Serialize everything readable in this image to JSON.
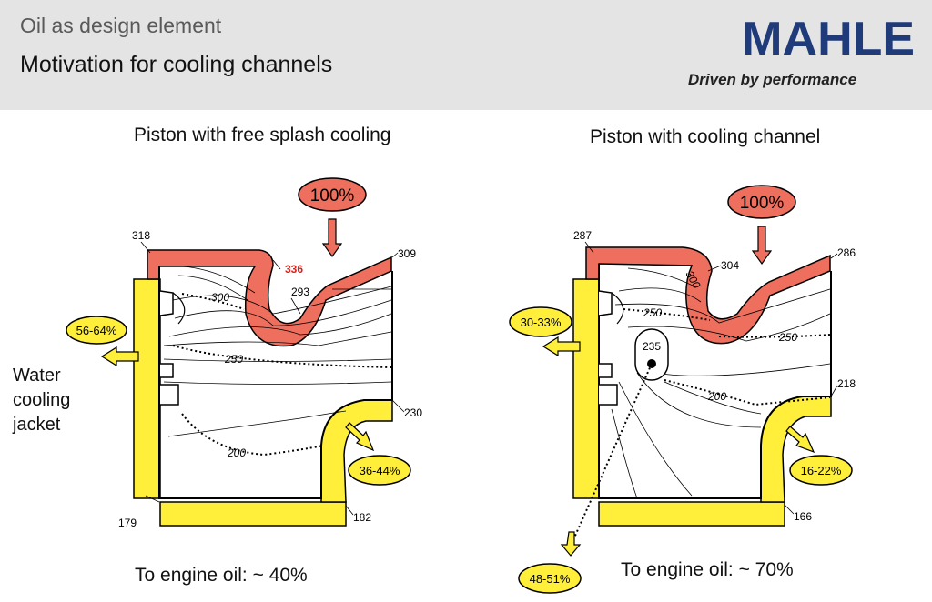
{
  "header": {
    "subtitle": "Oil as design element",
    "title": "Motivation for cooling channels",
    "logo_text": "MAHLE",
    "tagline": "Driven by performance"
  },
  "left": {
    "title": "Piston with free splash cooling",
    "input": "100%",
    "corner_labels": [
      "318",
      "336",
      "293",
      "309",
      "230",
      "182",
      "179"
    ],
    "contour_labels": [
      "300",
      "250",
      "200"
    ],
    "jacket_flow": "56-64%",
    "side_flow": "36-44%",
    "jacket_label": [
      "Water",
      "cooling",
      "jacket"
    ],
    "bottom": "To engine oil: ~ 40%"
  },
  "right": {
    "title": "Piston with cooling channel",
    "input": "100%",
    "corner_labels": [
      "287",
      "304",
      "300",
      "286",
      "218",
      "166"
    ],
    "contour_labels": [
      "250",
      "250",
      "200"
    ],
    "channel_label": "235",
    "jacket_flow": "30-33%",
    "side_flow": "16-22%",
    "channel_flow": "48-51%",
    "bottom": "To engine oil: ~ 70%"
  },
  "colors": {
    "header_bg": "#e4e4e4",
    "logo": "#1f3b7a",
    "hot": "#ee6f5e",
    "yellow": "#ffef3a",
    "arrow_input": "#ee6f5e"
  }
}
